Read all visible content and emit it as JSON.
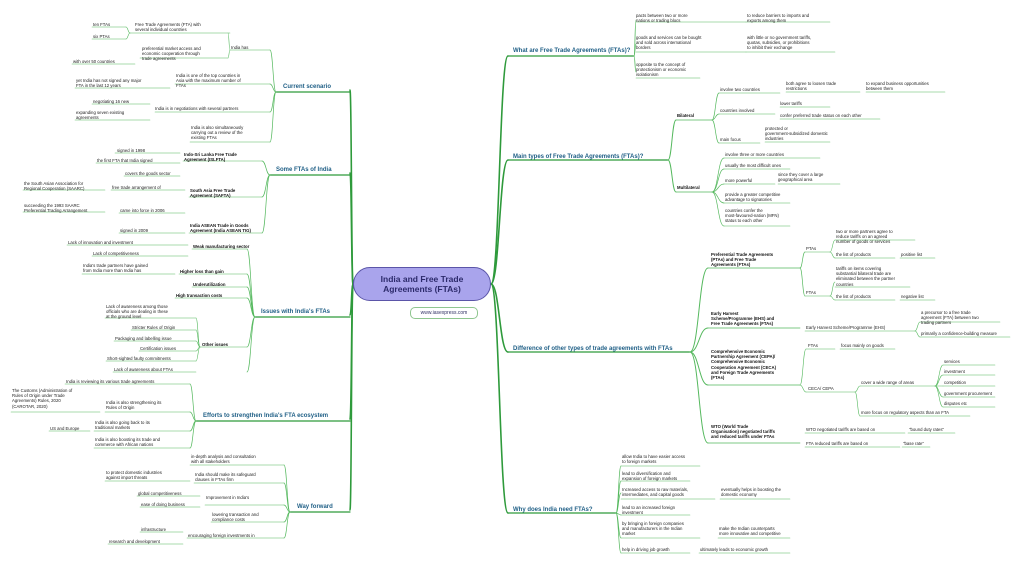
{
  "center": {
    "title": "India and Free Trade\nAgreements (FTAs)",
    "url": "www.iasexpress.com"
  },
  "right": {
    "what_is": {
      "label": "What are Free Trade Agreements (FTAs)?",
      "t1": "pacts between two or more\nnations or trading blocs",
      "t2": "to reduce barriers to imports and\nexports among them",
      "t3": "goods and services can be bought\nand sold across international\nborders",
      "t4": "with little or no government tariffs,\nquotas, subsidies, or prohibitions\nto inhibit their exchange",
      "t5": "opposite to the concept of\nprotectionism or economic\nisolationism"
    },
    "types": {
      "label": "Main types of Free Trade Agreements (FTAs)?",
      "bilateral": "Bilateral",
      "b1": "involve two countries",
      "b2": "both agree to loosen trade\nrestrictions",
      "b3": "to expand business opportunities\nbetween them",
      "b4": "countries involved",
      "b5": "lower tariffs",
      "b6": "confer preferred trade status on each other",
      "b7": "main focus",
      "b8": "protected or\ngovernment-subsidized domestic\nindustries",
      "multilateral": "Multilateral",
      "m1": "involve three or more countries",
      "m2": "usually the most difficult ones",
      "m3": "more powerful",
      "m4": "since they cover a large\ngeographical area",
      "m5": "provide a greater competitive\nadvantage to signatories",
      "m6": "countries confer the\nmost-favoured-nation (MFN)\nstatus to each other"
    },
    "difference": {
      "label": "Difference of other types of trade agreements with FTAs",
      "pta": "Preferential Trade Agreements\n(PTAs) and Free Trade\nAgreements (FTAs)",
      "ptas": "PTAs",
      "p1": "two or more partners agree to\nreduce tariffs on an agreed\nnumber of goods or services",
      "p2": "the list of products",
      "p3": "positive list",
      "ftas": "FTAs",
      "f1": "tariffs on items covering\nsubstantial bilateral trade are\neliminated between the partner\ncountries",
      "f2": "the list of products",
      "f3": "negative list",
      "ehs": "Early Harvest\nScheme/Programme (EHS) and\nFree Trade Agreements (FTAs)",
      "e1": "Early Harvest Scheme/Programme (EHS)",
      "e2": "a precursor to a free trade\nagreement (FTA) between two\ntrading partners",
      "e3": "primarily a confidence-building measure",
      "cepa": "Comprehensive Economic\nPartnership Agreement (CEPA)/\nComprehensive Economic\nCooperation Agreement (CECA)\nand Foreign Trade Agreements\n(FTAs)",
      "c1": "FTAs",
      "c2": "focus mainly on goods",
      "c3": "CECA/ CEPA",
      "c4": "cover a wide range of areas",
      "areas": [
        "services",
        "investment",
        "competition",
        "government procurement",
        "disputes etc"
      ],
      "c5": "more focus on regulatory aspects than an FTA",
      "wto": "WTO (World Trade\nOrganisation) negotiated tariffs\nand reduced tariffs under FTAs",
      "w1": "WTO negotiated tariffs are based on",
      "w2": "\"bound duty rates\"",
      "w3": "FTA reduced tariffs are based on",
      "w4": "\"base rate\""
    },
    "why": {
      "label": "Why does India need FTAs?",
      "y1": "allow India to have easier access\nto foreign markets",
      "y2": "lead to diversification and\nexpansion of foreign markets",
      "y3": "Increased access to raw materials,\nintermediates, and capital goods",
      "y4": "eventually helps in boosting the\ndomestic economy",
      "y5": "lead to an increased foreign\ninvestment",
      "y6": "by bringing in foreign companies\nand manufacturers in the Indian\nmarket",
      "y7": "make the Indian counterparts\nmore innovative and competitive",
      "y8": "help in driving job growth",
      "y9": "ultimately leads to economic growth"
    }
  },
  "left": {
    "current": {
      "label": "Current scenario",
      "ten": "ten FTAs",
      "six": "six PTAs",
      "fta_with": "Free Trade Agreements (FTA) with\nseveral individual countries",
      "india_has": "India has",
      "pref": "preferential market access and\neconomic cooperation through\ntrade agreements",
      "over50": "with over 50 countries",
      "notsigned": "yet India has not signed any major\nFTA in the last 12 years",
      "among": "India is one of the top countries in\nAsia with the maximum number of\nFTAs",
      "neg16": "negotiating 16 new",
      "expand7": "expanding seven existing\nagreements",
      "negot": "India is in negotiations with several partners",
      "review": "India is also simultaneously\ncarrying out a review of the\nexisting FTAs"
    },
    "some": {
      "label": "Some FTAs of India",
      "s1": "signed in 1998",
      "s2": "the first FTA that India signed",
      "isfta": "Indo-Sri Lanka Free Trade\nAgreement (ISLFTA)",
      "s3": "covers the goods sector",
      "saarc": "the South Asian Association for\nRegional Cooperation (SAARC)",
      "fta_ar": "free trade arrangement of",
      "safta": "South Asia Free Trade\nAgreement (SAFTA)",
      "sapta": "succeeding the 1993 SAARC\nPreferential Trading Arrangement",
      "s4": "came into force in 2006",
      "aitig": "India ASEAN Trade in Goods\nAgreement (India ASEAN TIG)",
      "s5": "signed in 2009"
    },
    "issues": {
      "label": "Issues with India's FTAs",
      "i1": "Lack of innovation and investment",
      "i2": "Weak manufacturing sector",
      "i3": "Lack of competitiveness",
      "i4": "India's trade partners have gained\nfrom India more than India has",
      "i5": "Higher loss than gain",
      "i6": "Underutilization",
      "i7": "High transaction costs",
      "i8": "Lack of awareness among those\nofficials who are dealing in these\nat the ground level",
      "i9": "Stricter Rules of Origin",
      "i10": "Packaging and labelling issue",
      "i11": "Certification issues",
      "i12": "Short-sighted faulty commitments",
      "i13": "Lack of awareness about FTAs",
      "other": "Other issues"
    },
    "efforts": {
      "label": "Efforts to strengthen India's FTA ecosystem",
      "e1": "India is reviewing its various trade agreements",
      "e2": "The Customs (Administration of\nRules of Origin under Trade\nAgreements) Rules, 2020\n(CAROTAR, 2020)",
      "e3": "India is also strengthening its\nRules of Origin",
      "e4": "US and Europe",
      "e5": "India is also going back to its\ntraditional markets",
      "e6": "India is also boosting its trade and\ncommerce with African nations"
    },
    "way": {
      "label": "Way forward",
      "w1": "in-depth analysis and consultation\nwith all stakeholders",
      "w2": "to protect domestic industries\nagainst import threats",
      "w3": "India should make its safeguard\nclauses in FTAs firm",
      "w4": "global competitiveness",
      "w5": "Improvement in India's",
      "w6": "ease of doing business",
      "w7": "lowering transaction and\ncompliance costs",
      "w8": "infrastructure",
      "w9": "research and development",
      "w10": "encouraging foreign investments in"
    }
  }
}
